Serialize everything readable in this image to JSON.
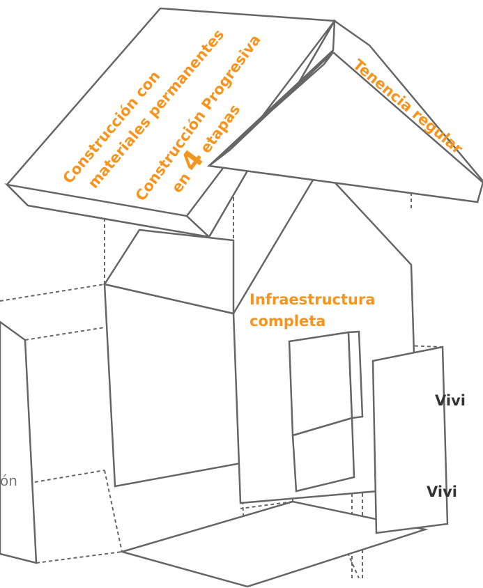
{
  "colors": {
    "accent": "#F7941D",
    "line": "#666666",
    "text_dark": "#333333",
    "text_gray": "#777777"
  },
  "labels": {
    "roof_left_line1": "Construcción con",
    "roof_left_line2": "materiales permanentes",
    "roof_mid_line1": "Construcción Progresiva",
    "roof_mid_line2_pre": "en ",
    "roof_mid_line2_num": "4",
    "roof_mid_line2_post": " etapas",
    "roof_right": "Tenencia regular",
    "infra_line1": "Infraestructura",
    "infra_line2": "completa",
    "right_upper": "Vivi",
    "right_lower": "Vivi",
    "left_partial": "ón"
  }
}
